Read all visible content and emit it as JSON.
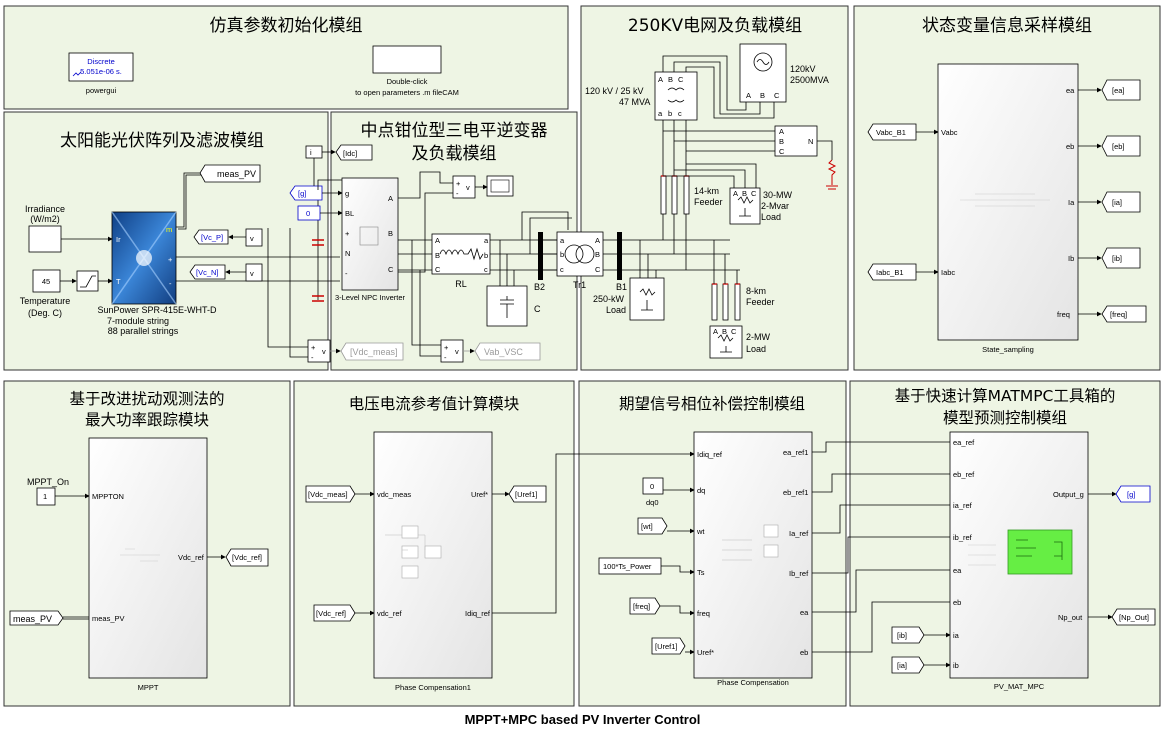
{
  "footer_title": "MPPT+MPC based PV Inverter Control",
  "panels": {
    "init": "仿真参数初始化模组",
    "pv": "太阳能光伏阵列及滤波模组",
    "npc_line1": "中点钳位型三电平逆变器",
    "npc_line2": "及负载模组",
    "grid": "250KV电网及负载模组",
    "state": "状态变量信息采样模组",
    "mppt_line1": "基于改进扰动观测法的",
    "mppt_line2": "最大功率跟踪模块",
    "ref": "电压电流参考值计算模块",
    "phase": "期望信号相位补偿控制模组",
    "mpc_line1": "基于快速计算MATMPC工具箱的",
    "mpc_line2": "模型预测控制模组"
  },
  "powergui": {
    "line1": "Discrete",
    "line2": "5.051e-06 s.",
    "name": "powergui"
  },
  "params_block": {
    "line1": "Double-click",
    "line2": "to open parameters .m fileCAM"
  },
  "pv": {
    "irradiance1": "Irradiance",
    "irradiance2": "(W/m2)",
    "temp_value": "45",
    "temperature1": "Temperature",
    "temperature2": "(Deg. C)",
    "module1": "SunPower SPR-415E-WHT-D",
    "module2": "7-module string",
    "module3": "88 parallel strings",
    "meas": "meas_PV",
    "port_ir": "Ir",
    "port_t": "T",
    "port_m": "m",
    "plus": "+",
    "minus": "-"
  },
  "npc": {
    "g": "[g]",
    "zero": "0",
    "port_g": "g",
    "port_bl": "BL",
    "port_n": "N",
    "port_a": "A",
    "port_b": "B",
    "port_c": "C",
    "name": "3-Level NPC Inverter",
    "vc_p": "[Vc_P]",
    "vc_n": "[Vc_N]",
    "idc": "[Idc]",
    "vdc_meas": "[Vdc_meas]",
    "vab_vsc": "Vab_VSC",
    "rl": "RL",
    "b2": "B2",
    "c": "C",
    "v": "v",
    "plus": "+",
    "minus": "-",
    "i": "i",
    "port_a_l": "a",
    "port_b_l": "b",
    "port_c_l": "c"
  },
  "grid": {
    "tr_label1": "120 kV / 25 kV",
    "tr_label2": "47 MVA",
    "src_label1": "120kV",
    "src_label2": "2500MVA",
    "feeder14_1": "14-km",
    "feeder14_2": "Feeder",
    "load30_1": "30-MW",
    "load30_2": "2-Mvar",
    "load30_3": "Load",
    "load250_1": "250-kW",
    "load250_2": "Load",
    "feeder8_1": "8-km",
    "feeder8_2": "Feeder",
    "load2_1": "2-MW",
    "load2_2": "Load",
    "tr1": "Tr1",
    "b1": "B1",
    "n": "N",
    "port_a": "A",
    "port_b": "B",
    "port_c": "C",
    "port_a_l": "a",
    "port_b_l": "b",
    "port_c_l": "c"
  },
  "state": {
    "vabc_in": "Vabc_B1",
    "iabc_in": "Iabc_B1",
    "port_vabc": "Vabc",
    "port_iabc": "Iabc",
    "out_ea": "ea",
    "out_eb": "eb",
    "out_ia": "Ia",
    "out_ib": "Ib",
    "out_freq": "freq",
    "tag_ea": "[ea]",
    "tag_eb": "[eb]",
    "tag_ia": "[ia]",
    "tag_ib": "[ib]",
    "tag_freq": "[freq]",
    "name": "State_sampling"
  },
  "mppt": {
    "mppt_on": "MPPT_On",
    "const1": "1",
    "port_mppton": "MPPTON",
    "port_vdcref": "Vdc_ref",
    "port_meas": "meas_PV",
    "tag_vdcref": "[Vdc_ref]",
    "in_meas": "meas_PV",
    "name": "MPPT"
  },
  "ref": {
    "in_vdcmeas": "[Vdc_meas]",
    "in_vdcref": "[Vdc_ref]",
    "port_vdcmeas": "vdc_meas",
    "port_vdcref": "vdc_ref",
    "port_uref": "Uref*",
    "port_idqref": "Idiq_ref",
    "tag_uref": "[Uref1]",
    "name": "Phase Compensation1"
  },
  "phase": {
    "const0": "0",
    "dq0": "dq0",
    "wt": "[wt]",
    "ts": "100*Ts_Power",
    "freq": "[freq]",
    "uref": "[Uref1]",
    "port_idq": "Idiq_ref",
    "port_dq": "dq",
    "port_wt": "wt",
    "port_ts": "Ts",
    "port_freq": "freq",
    "port_uref": "Uref*",
    "out_earef1": "ea_ref1",
    "out_ebref1": "eb_ref1",
    "out_iaref": "Ia_ref",
    "out_ibref": "Ib_ref",
    "out_ea": "ea",
    "out_eb": "eb",
    "name": "Phase Compensation"
  },
  "mpc": {
    "in_earef": "ea_ref",
    "in_ebref": "eb_ref",
    "in_iaref": "ia_ref",
    "in_ibref": "ib_ref",
    "in_ea": "ea",
    "in_eb": "eb",
    "in_ia": "ia",
    "in_ib": "ib",
    "out_g": "Output_g",
    "out_np": "Np_out",
    "tag_g": "[g]",
    "tag_np": "[Np_Out]",
    "ib_tag": "[ib]",
    "ia_tag": "[ia]",
    "name": "PV_MAT_MPC"
  },
  "colors": {
    "panel_bg": "#eef5e4",
    "block_bg": "#f2f2f2",
    "blue_text": "#0000cc",
    "grey_text": "#9a9a9a",
    "pv_blue": "#1d5fb0",
    "red": "#cc0000",
    "mpc_green": "#66ee44"
  }
}
